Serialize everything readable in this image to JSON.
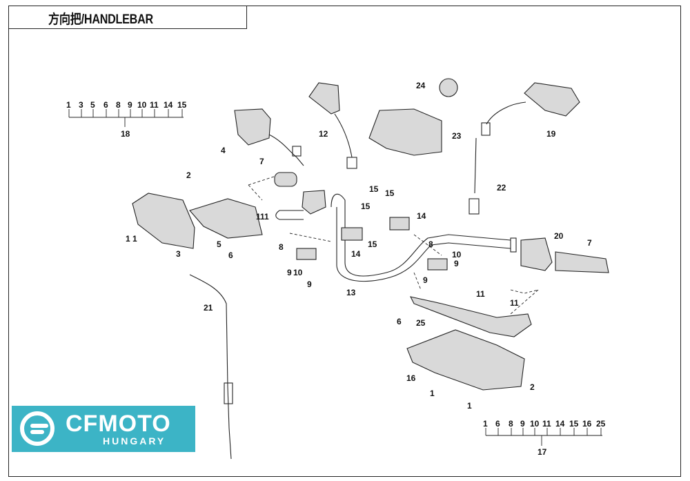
{
  "title": "方向把/HANDLEBAR",
  "logo": {
    "name": "CFMOTO",
    "sub": "HUNGARY"
  },
  "groups": [
    {
      "id": "18",
      "items": [
        "1",
        "3",
        "5",
        "6",
        "8",
        "9",
        "10",
        "11",
        "14",
        "15"
      ]
    },
    {
      "id": "17",
      "items": [
        "1",
        "6",
        "8",
        "9",
        "10",
        "11",
        "14",
        "15",
        "16",
        "25"
      ]
    }
  ],
  "callouts": [
    "1",
    "1",
    "1",
    "1",
    "1",
    "2",
    "2",
    "3",
    "4",
    "5",
    "6",
    "6",
    "7",
    "7",
    "8",
    "8",
    "9",
    "9",
    "9",
    "9",
    "10",
    "10",
    "11",
    "11",
    "11",
    "12",
    "13",
    "14",
    "14",
    "15",
    "15",
    "15",
    "15",
    "16",
    "17",
    "18",
    "19",
    "20",
    "21",
    "22",
    "23",
    "24",
    "25"
  ]
}
